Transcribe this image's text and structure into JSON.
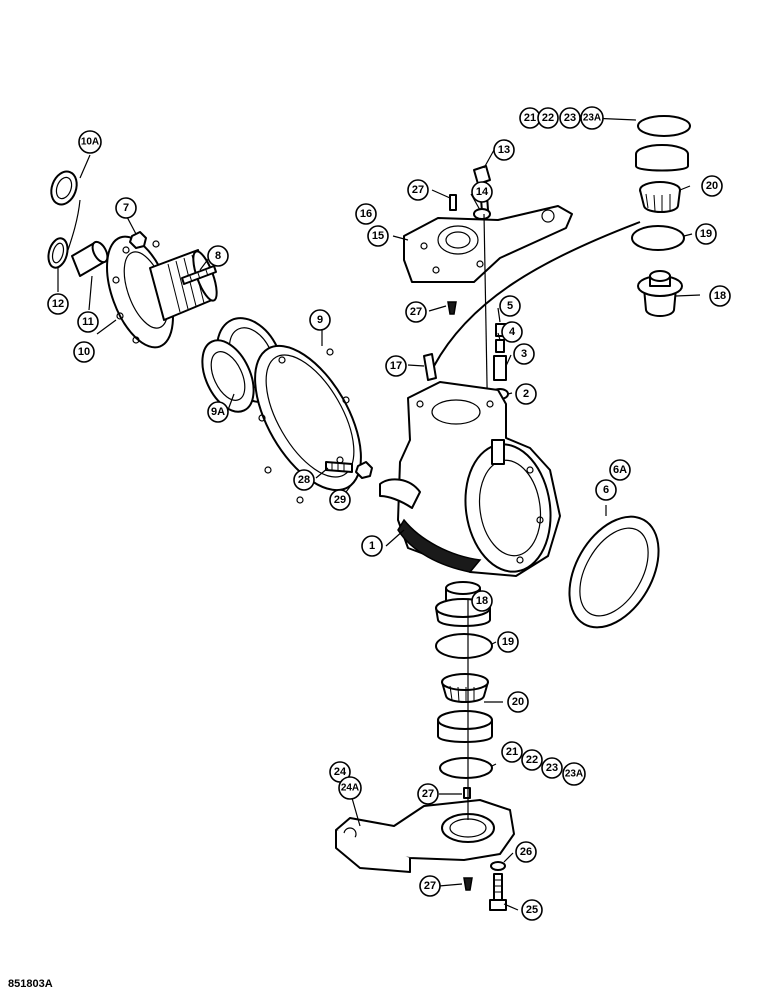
{
  "drawing_code": "851803A",
  "callouts": [
    {
      "label": "10A"
    },
    {
      "label": "7"
    },
    {
      "label": "8"
    },
    {
      "label": "12"
    },
    {
      "label": "11"
    },
    {
      "label": "10"
    },
    {
      "label": "9"
    },
    {
      "label": "9A"
    },
    {
      "label": "13"
    },
    {
      "label": "14"
    },
    {
      "label": "27"
    },
    {
      "label": "16"
    },
    {
      "label": "15"
    },
    {
      "label": "27"
    },
    {
      "label": "5"
    },
    {
      "label": "4"
    },
    {
      "label": "3"
    },
    {
      "label": "2"
    },
    {
      "label": "17"
    },
    {
      "label": "21"
    },
    {
      "label": "22"
    },
    {
      "label": "23"
    },
    {
      "label": "23A"
    },
    {
      "label": "20"
    },
    {
      "label": "19"
    },
    {
      "label": "18"
    },
    {
      "label": "6A"
    },
    {
      "label": "6"
    },
    {
      "label": "28"
    },
    {
      "label": "29"
    },
    {
      "label": "1"
    },
    {
      "label": "18"
    },
    {
      "label": "19"
    },
    {
      "label": "20"
    },
    {
      "label": "21"
    },
    {
      "label": "22"
    },
    {
      "label": "23"
    },
    {
      "label": "23A"
    },
    {
      "label": "24"
    },
    {
      "label": "24A"
    },
    {
      "label": "27"
    },
    {
      "label": "26"
    },
    {
      "label": "27"
    },
    {
      "label": "25"
    }
  ]
}
